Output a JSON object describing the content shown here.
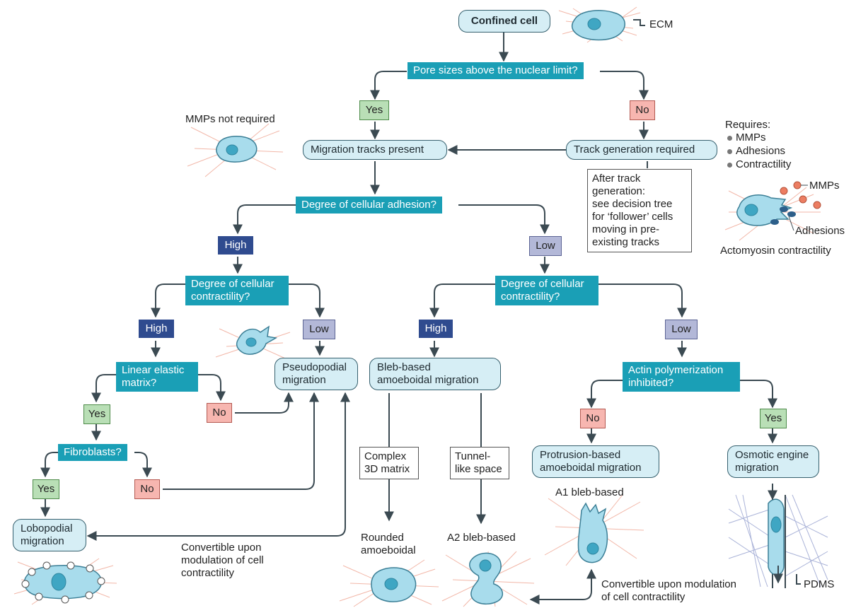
{
  "root": "Confined cell",
  "ecm_label": "ECM",
  "pdms_label": "PDMS",
  "q_pore": "Pore sizes above the nuclear limit?",
  "q_adhesion": "Degree of cellular adhesion?",
  "q_contract_left": "Degree of cellular\ncontractility?",
  "q_contract_right": "Degree of cellular\ncontractility?",
  "q_linear": "Linear elastic\nmatrix?",
  "q_fibro": "Fibroblasts?",
  "q_actin": "Actin polymerization\ninhibited?",
  "yes": "Yes",
  "no": "No",
  "high": "High",
  "low": "Low",
  "migration_tracks": "Migration tracks present",
  "track_generation": "Track generation required",
  "after_track": "After track\ngeneration:\nsee decision tree\nfor ‘follower’ cells\nmoving in pre-\nexisting tracks",
  "mmps_not_required": "MMPs not required",
  "requires": {
    "title": "Requires:",
    "items": [
      "MMPs",
      "Adhesions",
      "Contractility"
    ]
  },
  "mmps_label": "MMPs",
  "adhesions_label": "Adhesions",
  "actomyosin": "Actomyosin contractility",
  "pseudopodial": "Pseudopodial\nmigration",
  "lobopodial": "Lobopodial\nmigration",
  "bleb_based": "Bleb-based\namoeboidal migration",
  "protrusion_based": "Protrusion-based\namoeboidal migration",
  "osmotic": "Osmotic engine\nmigration",
  "complex_3d": "Complex\n3D matrix",
  "tunnel": "Tunnel-\nlike space",
  "rounded": "Rounded\namoeboidal",
  "a2": "A2 bleb-based",
  "a1": "A1 bleb-based",
  "convertible_left": "Convertible upon\nmodulation of cell\ncontractility",
  "convertible_right": "Convertible upon modulation\nof cell contractility",
  "colors": {
    "question": "#1a9fb6",
    "state": "#d6eef5",
    "yes": "#b9dfb6",
    "no": "#f7b6b0",
    "high": "#2f4b8f",
    "low": "#b3b8d8",
    "arrow": "#3b4a52",
    "ecm": "#f2b7a8",
    "cell": "#a8dcec"
  }
}
